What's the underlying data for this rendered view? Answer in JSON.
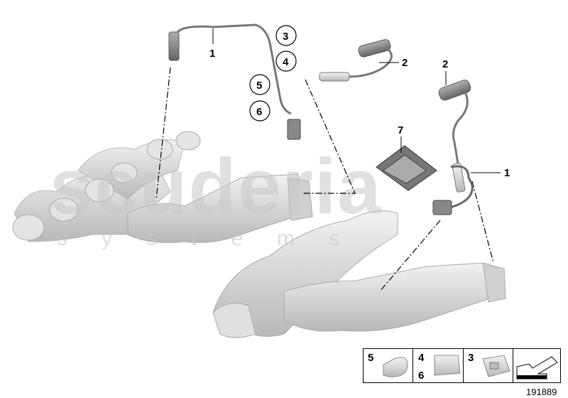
{
  "diagram": {
    "callouts": {
      "c1_left": "1",
      "c1_right": "1",
      "c2_top": "2",
      "c2_right": "2",
      "c3": "3",
      "c4": "4",
      "c5": "5",
      "c6": "6",
      "c7": "7"
    },
    "legend": {
      "cell1": "5",
      "cell2_top": "4",
      "cell2_bottom": "6",
      "cell3": "3"
    },
    "drawing_number": "191889",
    "watermark": {
      "line1": "scuderia",
      "line2": "s y s t e m s"
    },
    "colors": {
      "parts": "#d9d9d9",
      "sensor": "#8a8a8a",
      "lines": "#000000"
    }
  }
}
